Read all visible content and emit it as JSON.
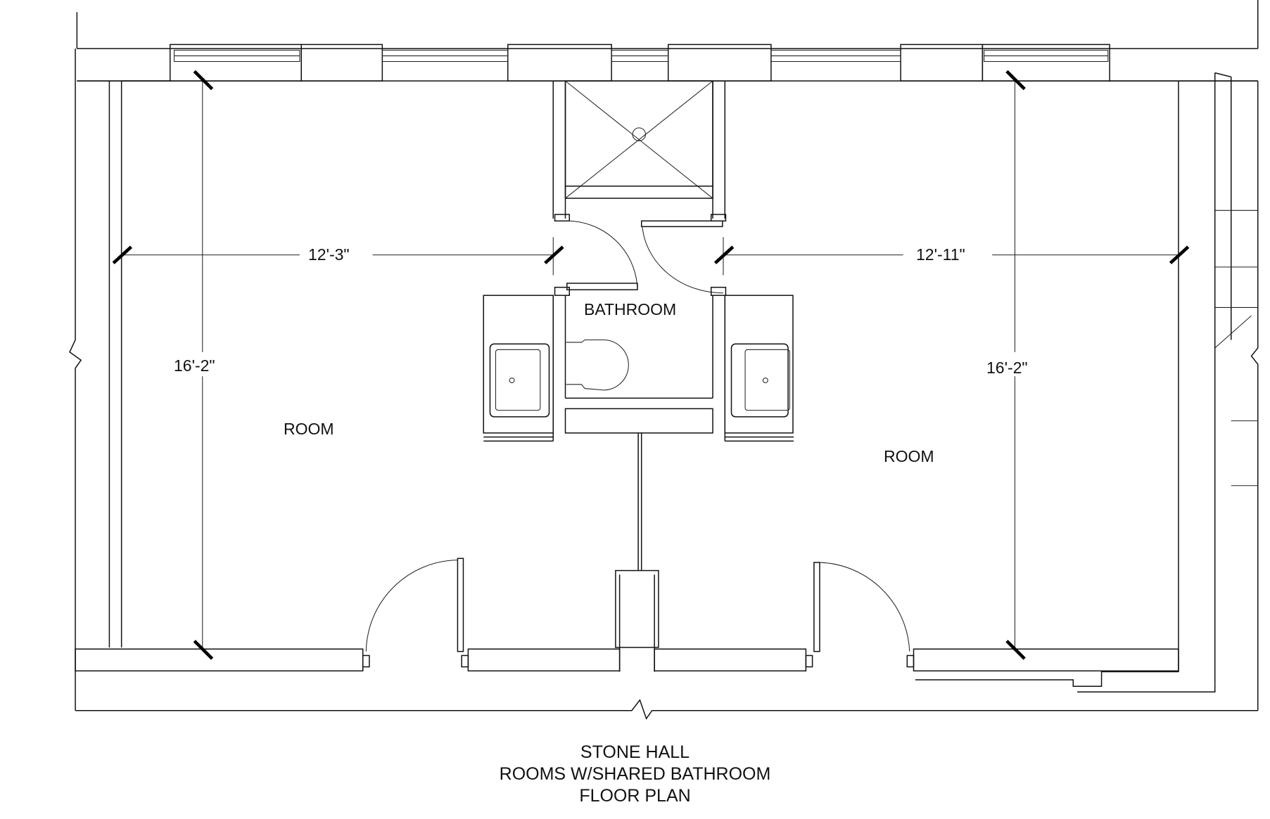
{
  "rooms": {
    "left_label": "ROOM",
    "right_label": "ROOM",
    "bathroom_label": "BATHROOM"
  },
  "dimensions": {
    "left_width": "12'-3\"",
    "right_width": "12'-11\"",
    "left_depth": "16'-2\"",
    "right_depth": "16'-2\""
  },
  "title": {
    "line1": "STONE HALL",
    "line2": "ROOMS W/SHARED BATHROOM",
    "line3": "FLOOR PLAN"
  }
}
